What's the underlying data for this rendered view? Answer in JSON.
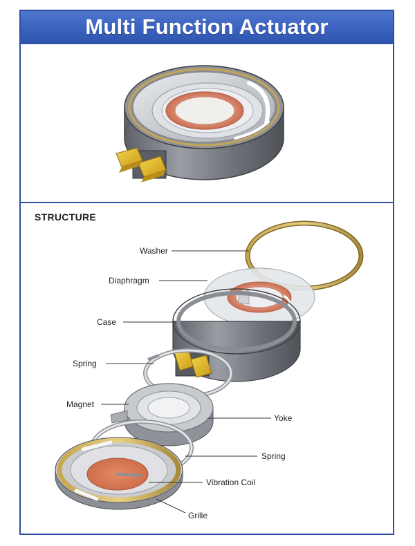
{
  "title": "Multi Function Actuator",
  "structure_heading": "STRUCTURE",
  "callouts": {
    "washer": "Washer",
    "diaphragm": "Diaphragm",
    "case": "Case",
    "spring_top": "Spring",
    "magnet": "Magnet",
    "yoke": "Yoke",
    "spring_bottom": "Spring",
    "vibration_coil": "Vibration Coil",
    "grille": "Grille"
  },
  "colors": {
    "frame_blue": "#2d4f9e",
    "title_blue": "#3a62be",
    "case_gray": "#7a7d84",
    "washer_gold": "#b59a4a",
    "coil_copper": "#d9806a",
    "terminal_yellow": "#e2b92c"
  }
}
